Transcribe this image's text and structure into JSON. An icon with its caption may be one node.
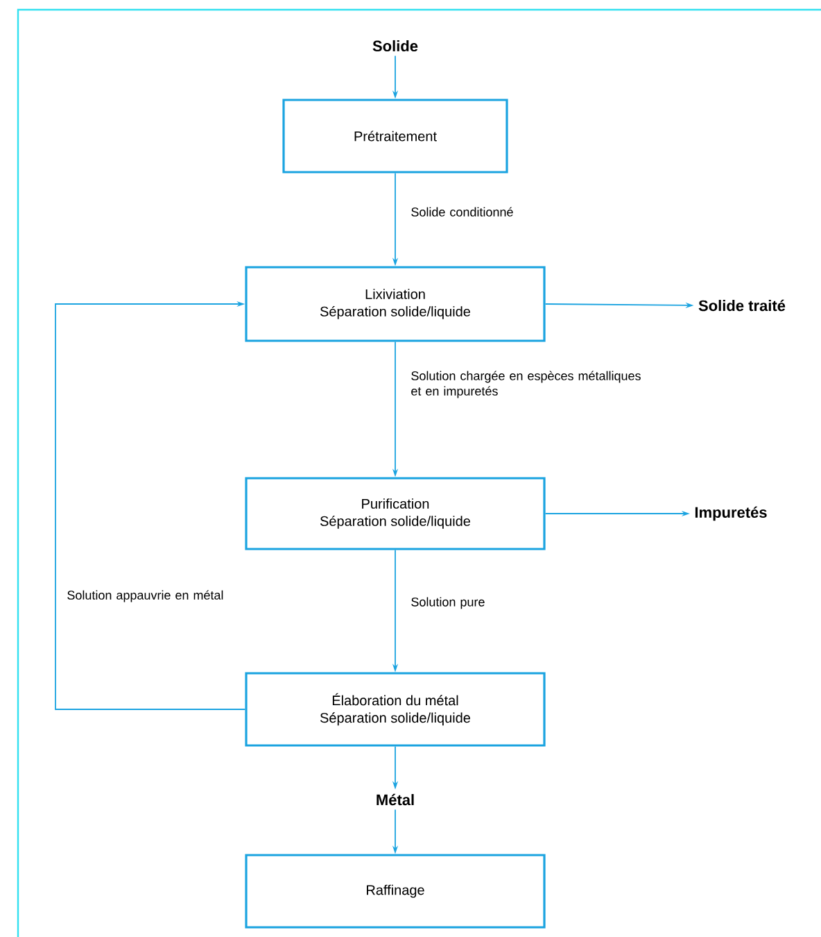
{
  "diagram": {
    "nodes": [
      {
        "text": [
          "Solide"
        ]
      },
      {
        "text": [
          "Prétraitement"
        ]
      },
      {
        "text": [
          "Lixiviation",
          "Séparation solide/liquide"
        ]
      },
      {
        "text": [
          "Solide traité"
        ]
      },
      {
        "text": [
          "Purification",
          "Séparation solide/liquide"
        ]
      },
      {
        "text": [
          "Impuretés"
        ]
      },
      {
        "text": [
          "Élaboration du métal",
          "Séparation solide/liquide"
        ]
      },
      {
        "text": [
          "Métal"
        ]
      },
      {
        "text": [
          "Raffinage"
        ]
      }
    ],
    "edges": [
      {
        "from": 0,
        "to": 1,
        "arrow": "to"
      },
      {
        "from": 1,
        "to": 2,
        "arrow": "to",
        "label": "Solide conditionné"
      },
      {
        "from": 2,
        "to": 3,
        "arrow": "to"
      },
      {
        "from": 2,
        "to": 4,
        "arrow": "to",
        "label": "Solution chargée en espèces métalliques et en impuretés"
      },
      {
        "from": 4,
        "to": 5,
        "arrow": "to"
      },
      {
        "from": 4,
        "to": 6,
        "arrow": "to",
        "label": "Solution pure"
      },
      {
        "from": 6,
        "to": 2,
        "arrow": "to",
        "label": "Solution appauvrie en métal"
      },
      {
        "from": 6,
        "to": 7,
        "arrow": "to"
      },
      {
        "from": 7,
        "to": 8,
        "arrow": "to"
      }
    ]
  }
}
